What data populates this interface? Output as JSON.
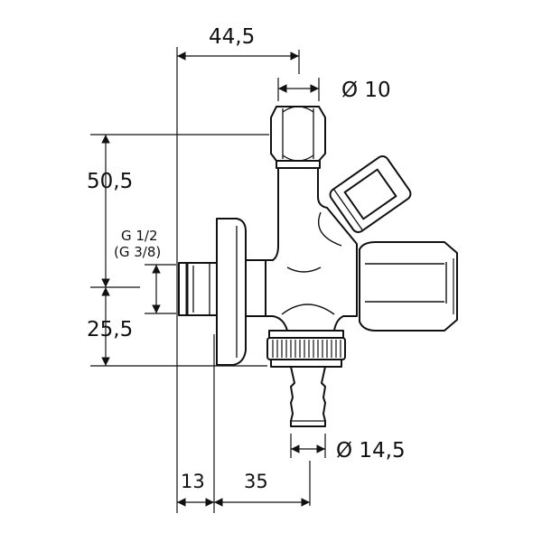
{
  "diagram": {
    "subject": "angle valve with two outlets technical drawing",
    "dimensions": {
      "top_width": "44,5",
      "top_outlet_diameter": "Ø 10",
      "upper_height": "50,5",
      "lower_height": "25,5",
      "thread_line1": "G 1/2",
      "thread_line2": "(G 3/8)",
      "hose_diameter": "Ø 14,5",
      "bottom_left": "13",
      "bottom_right": "35"
    },
    "colors": {
      "line": "#111111",
      "background": "#ffffff"
    }
  }
}
